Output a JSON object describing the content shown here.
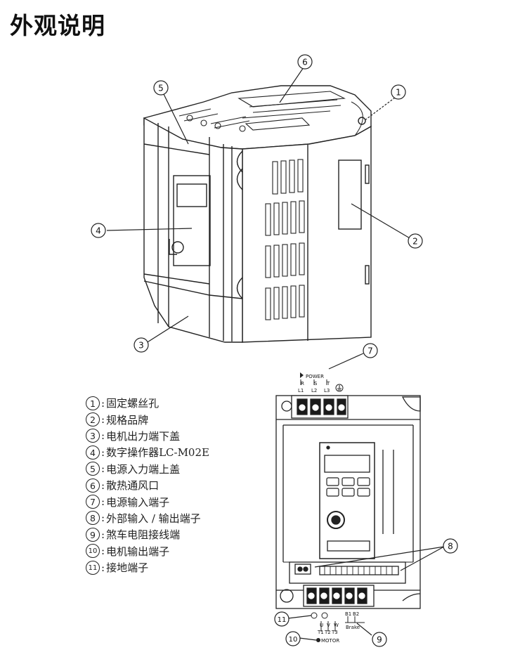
{
  "page": {
    "title": "外观说明"
  },
  "legend": [
    {
      "num": "1",
      "text": "固定螺丝孔"
    },
    {
      "num": "2",
      "text": "规格品牌"
    },
    {
      "num": "3",
      "text": "电机出力端下盖"
    },
    {
      "num": "4",
      "text": "数字操作器LC-M02E"
    },
    {
      "num": "5",
      "text": "电源入力端上盖"
    },
    {
      "num": "6",
      "text": "散热通风口"
    },
    {
      "num": "7",
      "text": "电源输入端子"
    },
    {
      "num": "8",
      "text": "外部输入 / 输出端子"
    },
    {
      "num": "9",
      "text": "煞车电阻接线端"
    },
    {
      "num": "10",
      "text": "电机输出端子"
    },
    {
      "num": "11",
      "text": "接地端子"
    }
  ],
  "callouts": {
    "c1": "1",
    "c2": "2",
    "c3": "3",
    "c4": "4",
    "c5": "5",
    "c6": "6",
    "c7": "7",
    "c8": "8",
    "c9": "9",
    "c10": "10",
    "c11": "11"
  },
  "terminal_labels": {
    "power": "POWER",
    "l1": "L1",
    "l2": "L2",
    "l3": "L3",
    "u": "U",
    "v": "V",
    "w": "W",
    "t1": "T1",
    "t2": "T2",
    "t3": "T3",
    "b1": "B1",
    "b2": "B2",
    "brake": "Brake",
    "motor": "MOTOR",
    "r": "R",
    "s": "S",
    "t": "T"
  }
}
